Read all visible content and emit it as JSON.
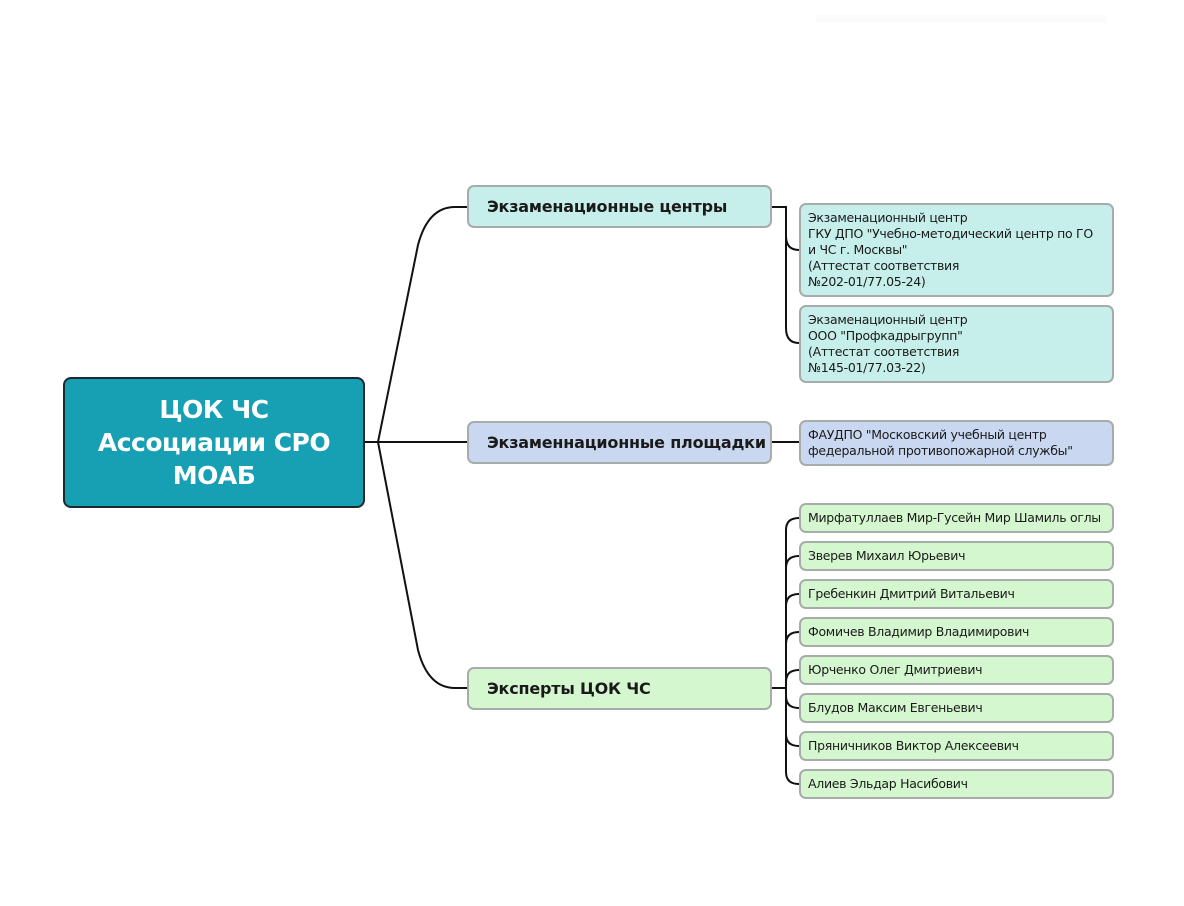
{
  "root": {
    "lines": [
      "ЦОК ЧС",
      "Ассоциации СРО",
      "МОАБ"
    ],
    "color": "#17a0b4"
  },
  "branches": [
    {
      "label": "Экзаменационные центры",
      "color": "#c6eeea",
      "children": [
        {
          "lines": [
            "Экзаменационный центр",
            "ГКУ ДПО \"Учебно-методический центр по ГО",
            "и ЧС г. Москвы\"",
            "(Аттестат соответствия",
            "№202-01/77.05-24)"
          ]
        },
        {
          "lines": [
            "Экзаменационный центр",
            "ООО \"Профкадрыгрупп\"",
            "(Аттестат соответствия",
            "№145-01/77.03-22)"
          ]
        }
      ]
    },
    {
      "label": "Экзаменнационные площадки",
      "color": "#c9d8f0",
      "children": [
        {
          "lines": [
            "ФАУДПО \"Московский учебный центр",
            "федеральной противопожарной службы\""
          ]
        }
      ]
    },
    {
      "label": "Эксперты ЦОК ЧС",
      "color": "#d5f7cf",
      "children": [
        {
          "lines": [
            "Мирфатуллаев Мир-Гусейн Мир Шамиль оглы"
          ]
        },
        {
          "lines": [
            "Зверев Михаил Юрьевич"
          ]
        },
        {
          "lines": [
            "Гребенкин Дмитрий Витальевич"
          ]
        },
        {
          "lines": [
            "Фомичев Владимир Владимирович"
          ]
        },
        {
          "lines": [
            "Юрченко Олег Дмитриевич"
          ]
        },
        {
          "lines": [
            "Блудов Максим Евгеньевич"
          ]
        },
        {
          "lines": [
            "Пряничников Виктор Алексеевич"
          ]
        },
        {
          "lines": [
            "Алиев Эльдар Насибович"
          ]
        }
      ]
    }
  ]
}
